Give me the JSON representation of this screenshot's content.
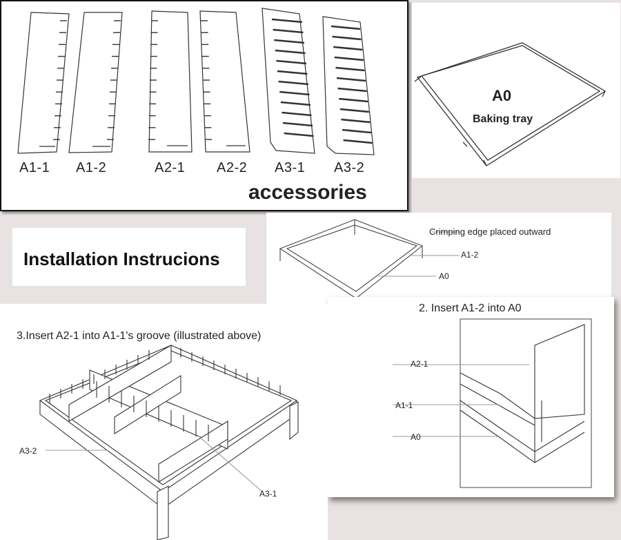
{
  "accessories": {
    "heading": "accessories",
    "parts": [
      "A1-1",
      "A1-2",
      "A2-1",
      "A2-2",
      "A3-1",
      "A3-2"
    ]
  },
  "tray": {
    "code": "A0",
    "name": "Baking tray"
  },
  "title": "Installation Instrucions",
  "step1": {
    "callout_top": "Crimping edge placed outward",
    "callout_part": "A1-2",
    "callout_base": "A0"
  },
  "step2": {
    "caption": "2. Insert A1-2 into A0",
    "labels": [
      "A2-1",
      "A1-1",
      "A0"
    ]
  },
  "step3": {
    "caption": "3.Insert A2-1 into A1-1's groove (illustrated above)",
    "labels": [
      "A3-2",
      "A3-1"
    ]
  }
}
